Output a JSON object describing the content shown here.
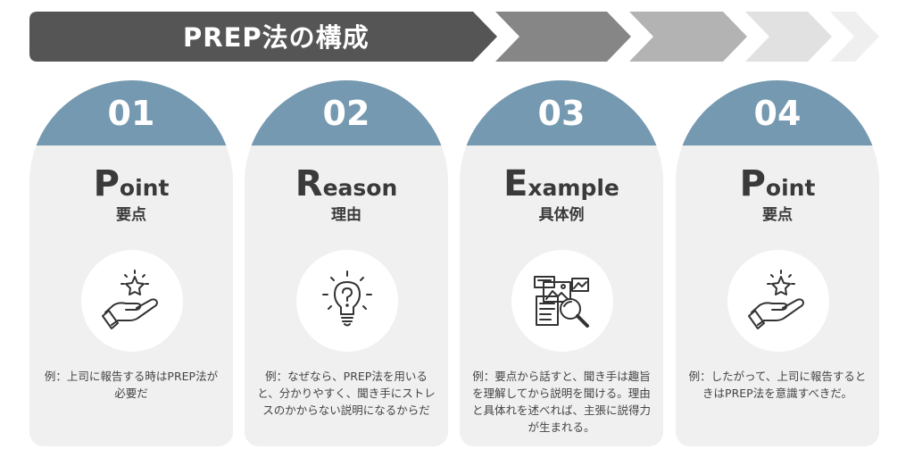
{
  "banner": {
    "title": "PREP法の構成"
  },
  "colors": {
    "card_header": "#7599b0",
    "card_background": "#f0f0f0",
    "banner_dark": "#555555",
    "text_dark": "#3a3a3a"
  },
  "cards": [
    {
      "number": "01",
      "term_initial": "P",
      "term_rest": "oint",
      "label": "要点",
      "icon": "hand-star-icon",
      "description": "例：上司に報告する時はPREP法が必要だ"
    },
    {
      "number": "02",
      "term_initial": "R",
      "term_rest": "eason",
      "label": "理由",
      "icon": "lightbulb-question-icon",
      "description": "例：なぜなら、PREP法を用いると、分かりやすく、聞き手にストレスのかからない説明になるからだ"
    },
    {
      "number": "03",
      "term_initial": "E",
      "term_rest": "xample",
      "label": "具体例",
      "icon": "document-magnifier-icon",
      "description": "例：要点から話すと、聞き手は趣旨を理解してから説明を聞ける。理由と具体れを述べれば、主張に説得力が生まれる。"
    },
    {
      "number": "04",
      "term_initial": "P",
      "term_rest": "oint",
      "label": "要点",
      "icon": "hand-star-icon",
      "description": "例：したがって、上司に報告するときはPREP法を意識すべきだ。"
    }
  ]
}
